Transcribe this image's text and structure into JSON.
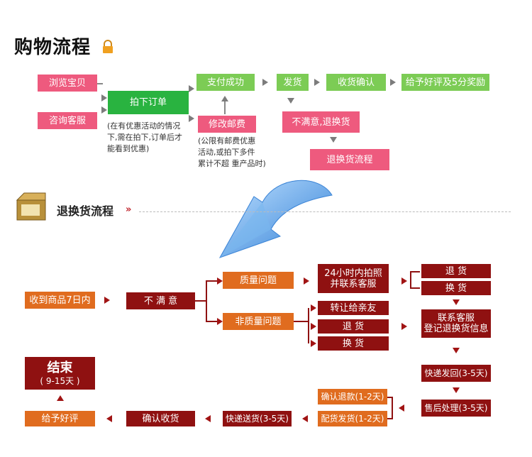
{
  "section1": {
    "title": "购物流程",
    "nodes": {
      "browse": "浏览宝贝",
      "consult": "咨询客服",
      "order": "拍下订单",
      "paid": "支付成功",
      "modify_fee": "修改邮费",
      "ship": "发货",
      "confirm_receipt": "收货确认",
      "review": "给予好评及5分奖励",
      "unsatisfied": "不满意,退换货",
      "return_flow": "退换货流程"
    },
    "notes": {
      "order_note": "(在有优惠活动的情况\n下,需在拍下,订单后才\n能看到优惠)",
      "fee_note": "(公限有邮费优惠\n活动,或拍下多件\n累计不超 重产品时)"
    }
  },
  "section2": {
    "title": "退换货流程",
    "nodes": {
      "received": "收到商品7日内",
      "unsatisfied": "不  满  意",
      "quality": "质量问题",
      "non_quality": "非质量问题",
      "photo_line1": "24小时内拍照",
      "photo_line2": "并联系客服",
      "return": "退    货",
      "exchange": "换    货",
      "transfer": "转让给亲友",
      "return2": "退    货",
      "exchange2": "换    货",
      "contact_line1": "联系客服",
      "contact_line2": "登记退换货信息",
      "express_back": "快递发回(3-5天)",
      "after_sale": "售后处理(3-5天)",
      "refund": "确认退款(1-2天)",
      "dispatch": "配货发货(1-2天)",
      "express_send": "快递送货(3-5天)",
      "confirm_receive": "确认收货",
      "good_review": "给予好评",
      "end_title": "结束",
      "end_sub": "( 9-15天 )"
    }
  },
  "colors": {
    "pink": "#ee5a7e",
    "green": "#7ccc55",
    "bright_green": "#29b340",
    "dark_red": "#8f1111",
    "orange": "#e06c1f"
  }
}
